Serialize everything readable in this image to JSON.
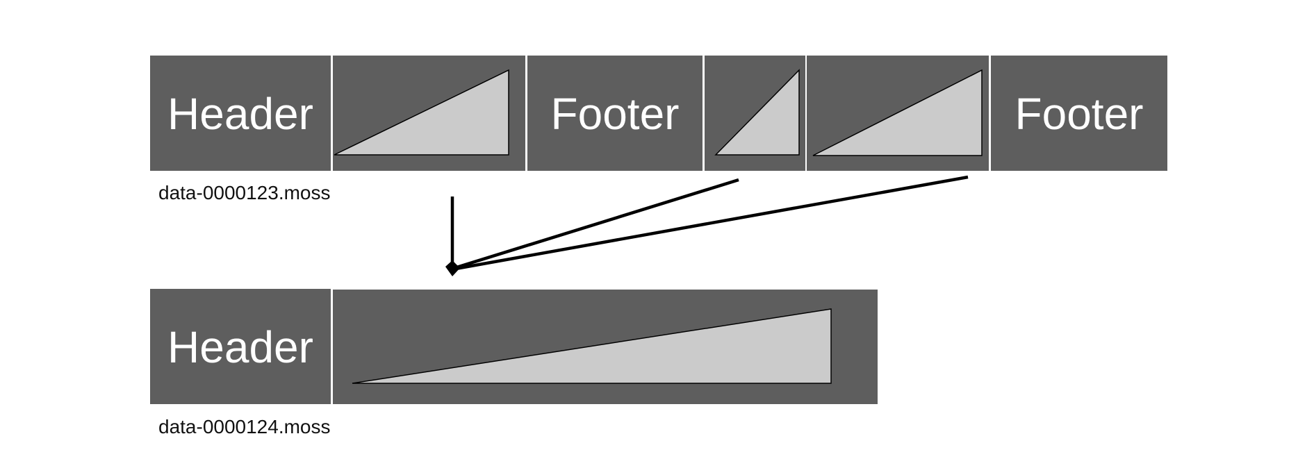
{
  "colors": {
    "block": "#5e5e5e",
    "separator": "#ffffff",
    "triangle_fill": "#cbcbcb",
    "stroke": "#000000",
    "text": "#ffffff",
    "caption": "#111111"
  },
  "files": [
    {
      "filename": "data-0000123.moss",
      "segments": [
        {
          "kind": "header",
          "label": "Header"
        },
        {
          "kind": "data"
        },
        {
          "kind": "footer",
          "label": "Footer"
        },
        {
          "kind": "data"
        },
        {
          "kind": "data"
        },
        {
          "kind": "footer",
          "label": "Footer"
        }
      ]
    },
    {
      "filename": "data-0000124.moss",
      "segments": [
        {
          "kind": "header",
          "label": "Header"
        },
        {
          "kind": "data"
        }
      ]
    }
  ]
}
